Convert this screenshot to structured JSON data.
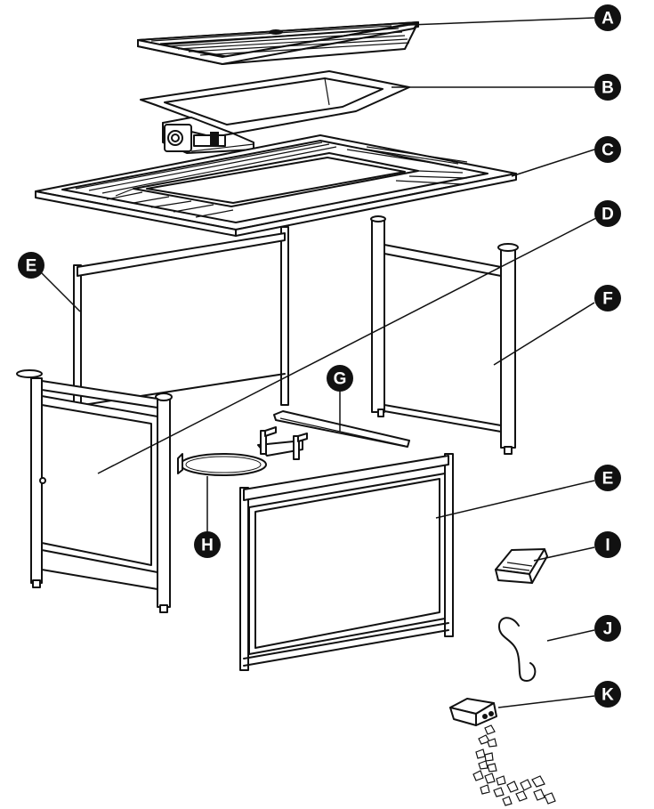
{
  "callouts": [
    {
      "id": "A",
      "part": "table-top-lid"
    },
    {
      "id": "B",
      "part": "burner-bowl"
    },
    {
      "id": "C",
      "part": "table-top-frame"
    },
    {
      "id": "D",
      "part": "door-panel"
    },
    {
      "id": "E",
      "part": "side-panel"
    },
    {
      "id": "F",
      "part": "side-panel-right"
    },
    {
      "id": "G",
      "part": "support-rail"
    },
    {
      "id": "H",
      "part": "tank-holder"
    },
    {
      "id": "E",
      "part": "side-panel-front"
    },
    {
      "id": "I",
      "part": "cover"
    },
    {
      "id": "J",
      "part": "s-hook"
    },
    {
      "id": "K",
      "part": "lava-rocks"
    }
  ]
}
